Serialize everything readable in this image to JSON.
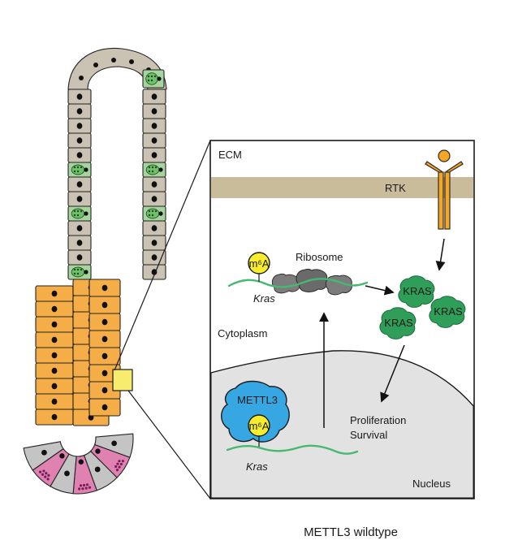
{
  "diagram": {
    "caption": "METTL3 wildtype",
    "panel": {
      "ecm": "ECM",
      "receptor": "RTK",
      "cytoplasm": "Cytoplasm",
      "nucleus": "Nucleus",
      "ribosome": "Ribosome",
      "mark": "m⁶A",
      "enzyme": "METTL3",
      "transcript": "Kras",
      "protein": "KRAS",
      "outcome_1": "Proliferation",
      "outcome_2": "Survival"
    },
    "colors": {
      "stem_cell": "#f5ad48",
      "differentiated_cell": "#cac3b4",
      "goblet_cell": "#a5d49e",
      "paneth_cell": "#df82b2",
      "crypt_base_cell": "#c4c4c4",
      "membrane": "#c9bc9b",
      "kras": "#2e9e58",
      "mettl3": "#36a7e2",
      "m6a": "#f7ec2e",
      "rtk": "#f5a623",
      "highlight_box": "#f7ec6e"
    }
  }
}
